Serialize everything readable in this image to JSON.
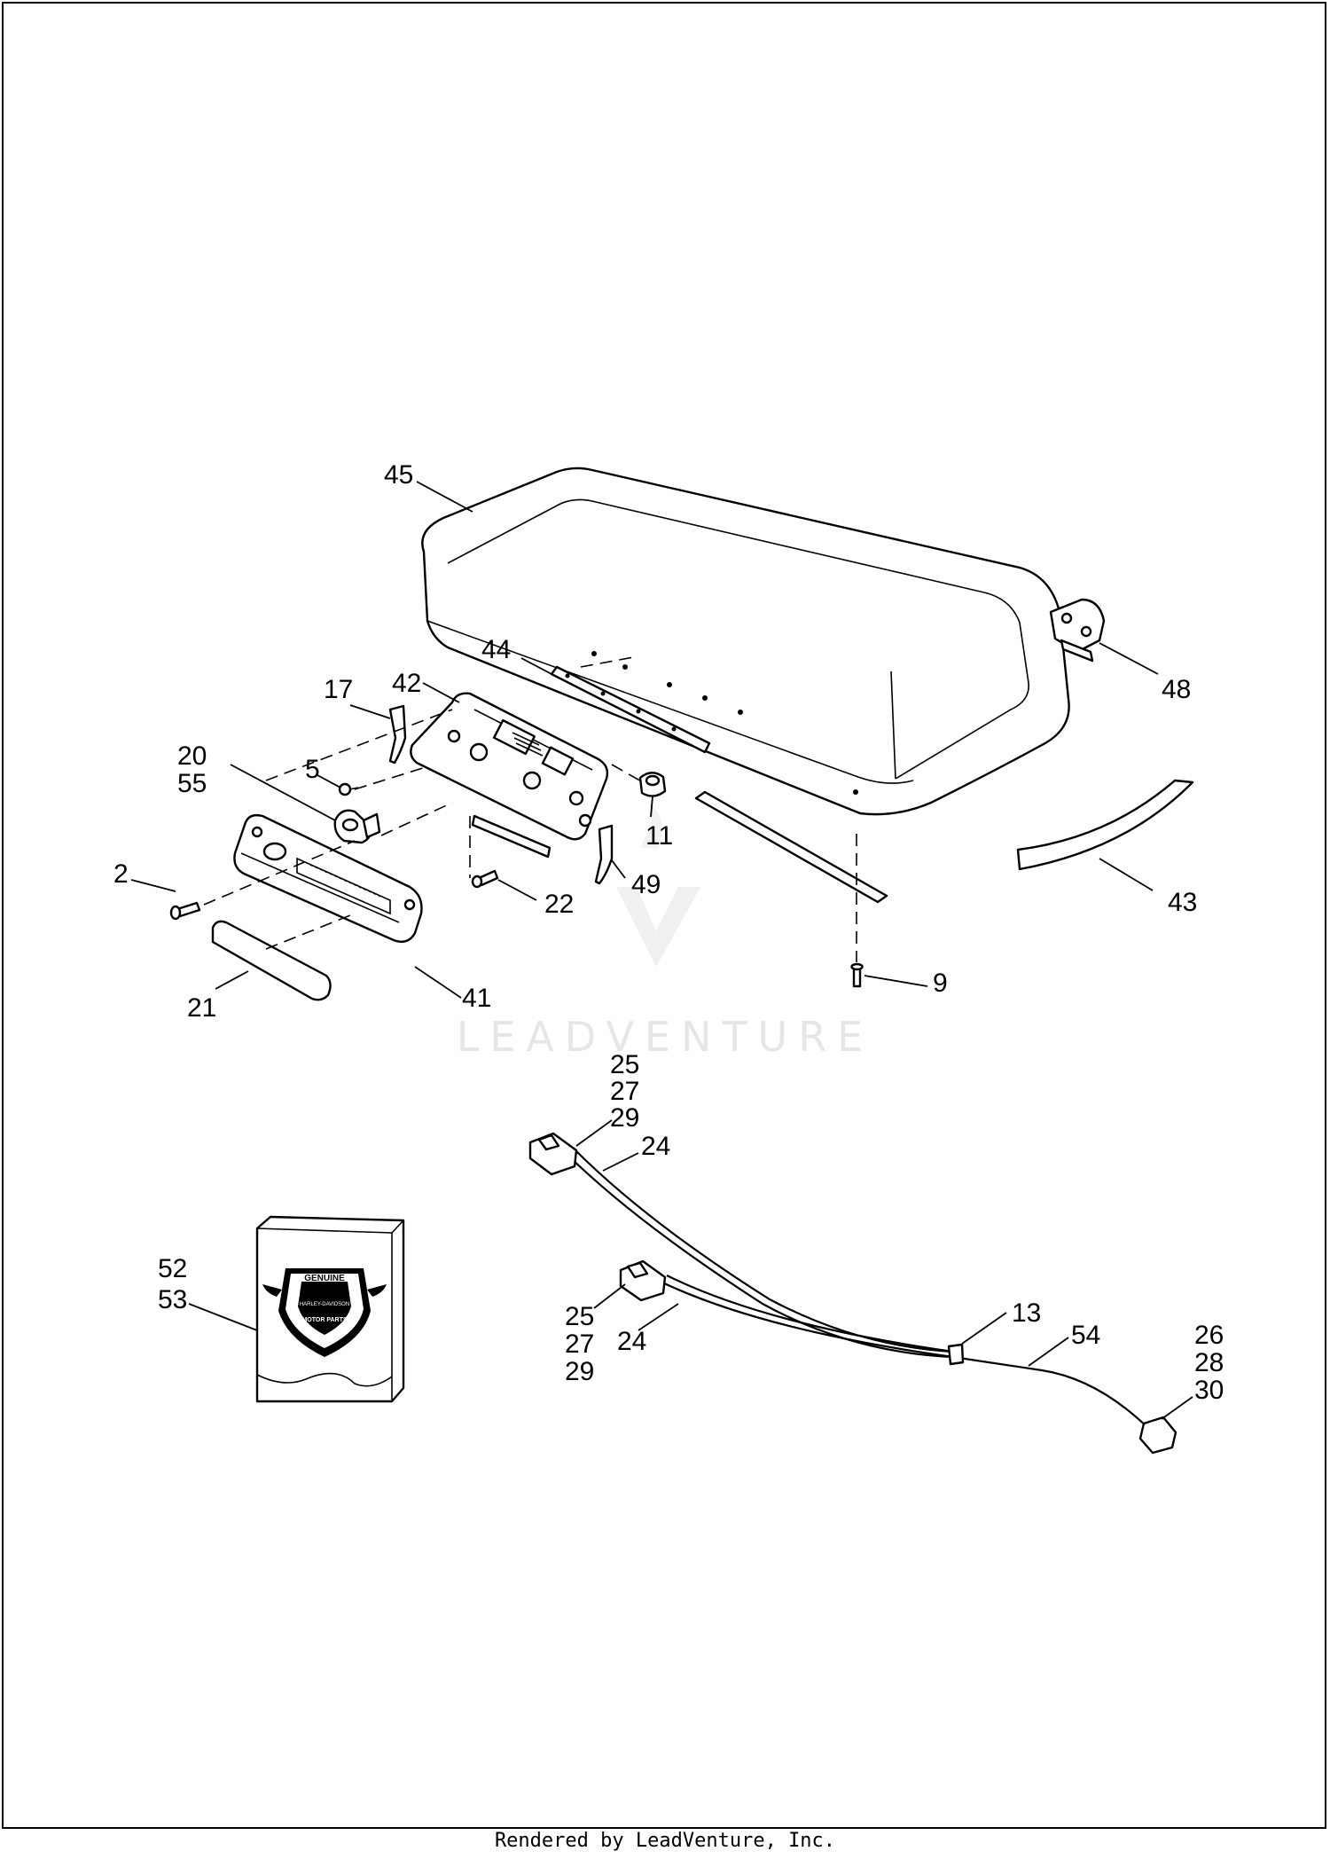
{
  "watermark": {
    "text": "LEADVENTURE"
  },
  "footer": {
    "text": "Rendered by LeadVenture, Inc."
  },
  "callouts": {
    "c45": "45",
    "c44": "44",
    "c48": "48",
    "c17": "17",
    "c42": "42",
    "c20": "20",
    "c55": "55",
    "c5": "5",
    "c11": "11",
    "c2": "2",
    "c49": "49",
    "c22": "22",
    "c43": "43",
    "c9": "9",
    "c41": "41",
    "c21": "21",
    "c25a": "25",
    "c27a": "27",
    "c29a": "29",
    "c24a": "24",
    "c52": "52",
    "c53": "53",
    "c13": "13",
    "c54": "54",
    "c25b": "25",
    "c27b": "27",
    "c29b": "29",
    "c24b": "24",
    "c26": "26",
    "c28": "28",
    "c30": "30"
  },
  "badge": {
    "line1": "GENUINE",
    "line2": "HARLEY-DAVIDSON",
    "line3": "MOTOR PARTS"
  }
}
